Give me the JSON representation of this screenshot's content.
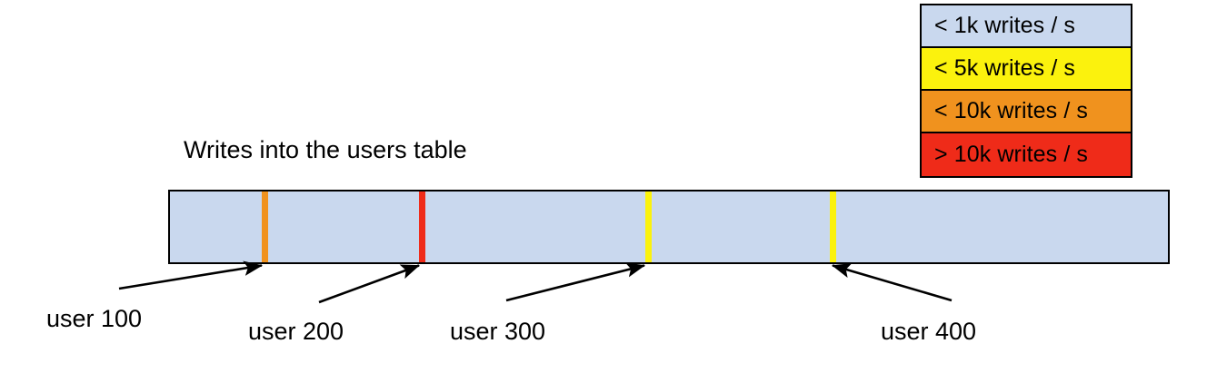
{
  "chart_data": {
    "type": "bar",
    "title": "Writes into the users table",
    "xlabel": "",
    "ylabel": "",
    "orientation": "horizontal-segmented-range-bar",
    "bar_base_color": "#c9d8ee",
    "bar_base_category": "< 1k writes / s",
    "categories": [
      "user 100",
      "user 200",
      "user 300",
      "user 400"
    ],
    "markers": [
      {
        "label": "user 100",
        "position_pct": 9.5,
        "color": "#f0921e",
        "category": "< 10k writes / s"
      },
      {
        "label": "user 200",
        "position_pct": 25.1,
        "color": "#ef2b19",
        "category": "> 10k writes / s"
      },
      {
        "label": "user 300",
        "position_pct": 47.6,
        "color": "#fbf20d",
        "category": "< 5k writes / s"
      },
      {
        "label": "user 400",
        "position_pct": 66.0,
        "color": "#fbf20d",
        "category": "< 5k writes / s"
      }
    ],
    "legend_position": "top-right",
    "grid": false
  },
  "legend": {
    "items": [
      {
        "label": "< 1k writes / s",
        "color": "#c9d8ee"
      },
      {
        "label": "< 5k writes / s",
        "color": "#fbf20d"
      },
      {
        "label": "< 10k writes / s",
        "color": "#f0921e"
      },
      {
        "label": "> 10k writes / s",
        "color": "#ef2b19"
      }
    ]
  },
  "title": {
    "text": "Writes into the users table"
  },
  "callouts": [
    {
      "label": "user 100"
    },
    {
      "label": "user 200"
    },
    {
      "label": "user 300"
    },
    {
      "label": "user 400"
    }
  ]
}
